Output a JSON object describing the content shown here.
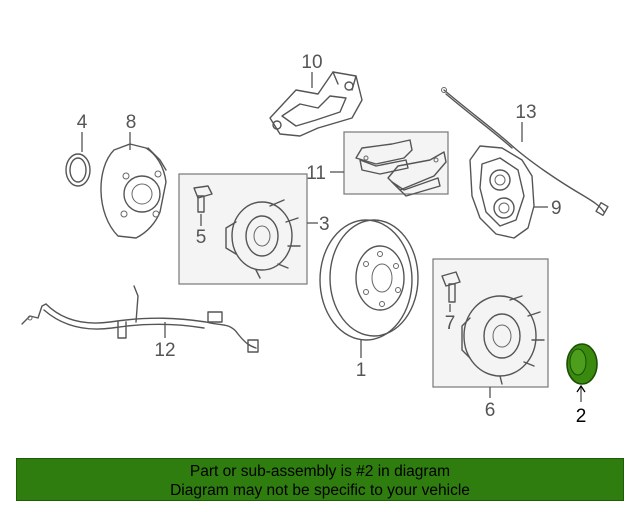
{
  "diagram": {
    "callouts": {
      "p1": "1",
      "p2": "2",
      "p3": "3",
      "p4": "4",
      "p5": "5",
      "p6": "6",
      "p7": "7",
      "p8": "8",
      "p9": "9",
      "p10": "10",
      "p11": "11",
      "p12": "12",
      "p13": "13"
    },
    "highlight_color": "#3a8a10"
  },
  "banner": {
    "line1": "Part or sub-assembly is #2 in diagram",
    "line2": "Diagram may not be specific to your vehicle",
    "background": "#2e7d0e"
  }
}
